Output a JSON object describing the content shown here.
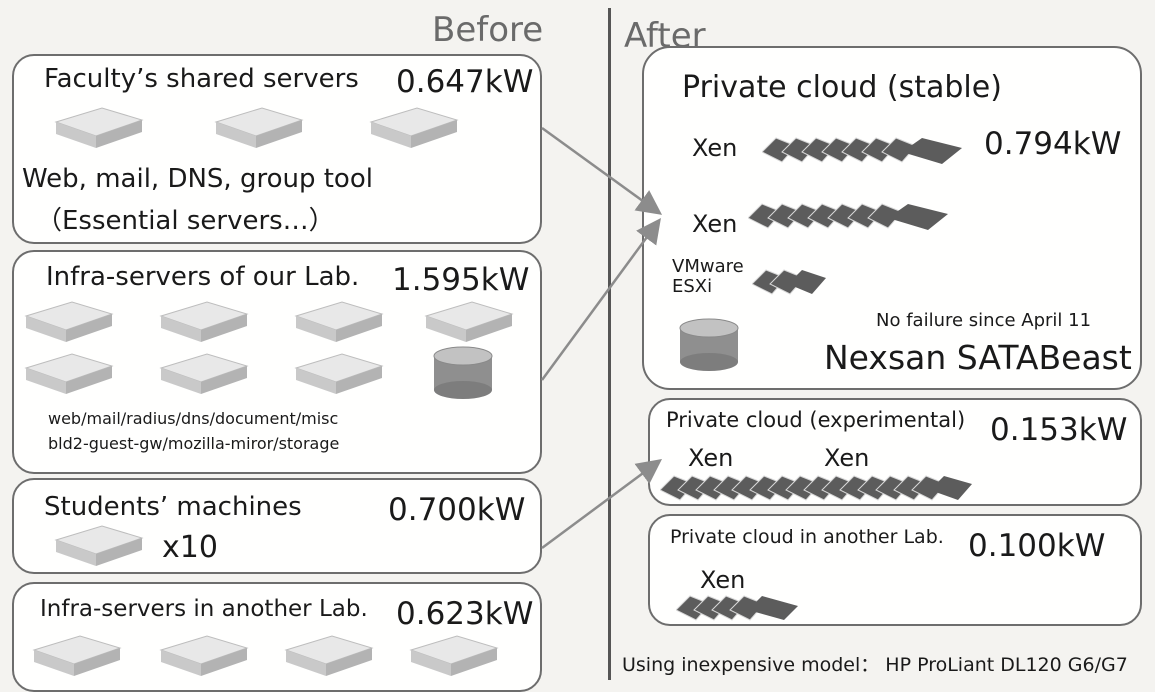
{
  "before_heading": "Before",
  "after_heading": "After",
  "before": {
    "faculty": {
      "title": "Faculty’s shared servers",
      "power": "0.647kW",
      "desc1": "Web, mail, DNS, group tool",
      "desc2": "（Essential servers…）"
    },
    "infra": {
      "title": "Infra-servers of our Lab.",
      "power": "1.595kW",
      "list1": "web/mail/radius/dns/document/misc",
      "list2": "bld2-guest-gw/mozilla-miror/storage"
    },
    "students": {
      "title": "Students’ machines",
      "power": "0.700kW",
      "count": "x10"
    },
    "infra_other": {
      "title": "Infra-servers in another Lab.",
      "power": "0.623kW"
    }
  },
  "after": {
    "stable": {
      "title": "Private cloud (stable)",
      "power": "0.794kW",
      "xen1": "Xen",
      "xen2": "Xen",
      "vmware1": "VMware",
      "vmware2": "ESXi",
      "note": "No failure since April 11",
      "storage": "Nexsan SATABeast"
    },
    "experimental": {
      "title": "Private cloud (experimental)",
      "power": "0.153kW",
      "xen1": "Xen",
      "xen2": "Xen"
    },
    "other": {
      "title": "Private cloud in another Lab.",
      "power": "0.100kW",
      "xen": "Xen"
    },
    "footnote": "Using inexpensive model： HP ProLiant DL120 G6/G7"
  },
  "colors": {
    "border": "#6d6d6d",
    "server_top": "#e6e6e6",
    "server_blade": "#5f5f5f",
    "disk": "#9a9a9a",
    "arrow": "#8c8c8c"
  }
}
